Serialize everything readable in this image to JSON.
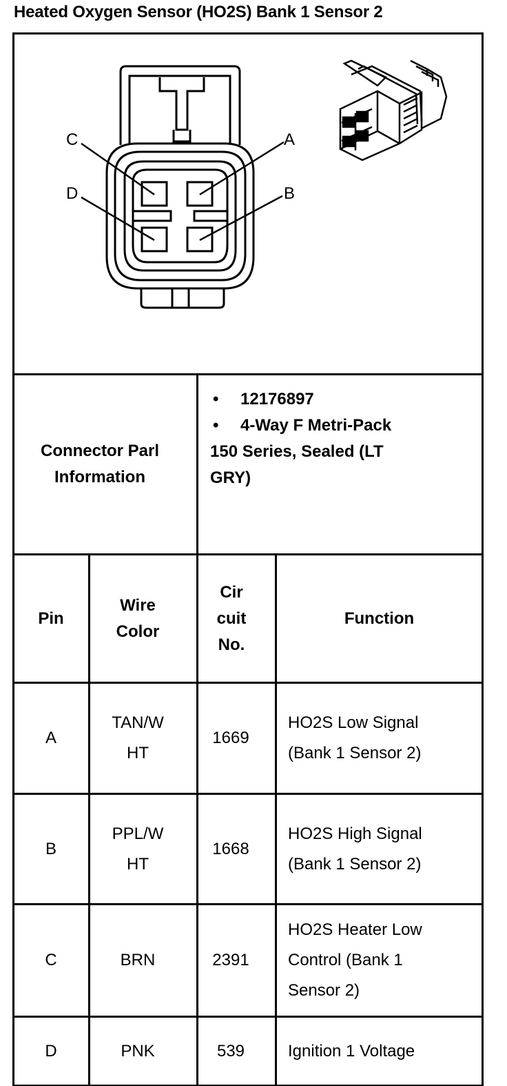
{
  "title": "Heated Oxygen Sensor (HO2S) Bank 1 Sensor 2",
  "diagram": {
    "pin_labels": [
      "C",
      "A",
      "D",
      "B"
    ]
  },
  "connector": {
    "label": "Connector Parl Information",
    "bullets": [
      "12176897",
      "4-Way F Metri-Pack"
    ],
    "continuation": "150 Series, Sealed (LT GRY)",
    "bullet_symbol": "•"
  },
  "table": {
    "headers": {
      "pin": "Pin",
      "wire_color": "Wire Color",
      "circuit": "Cir cuit No.",
      "function": "Function"
    },
    "rows": [
      {
        "pin": "A",
        "wire_color": "TAN/W HT",
        "circuit": "1669",
        "function": "HO2S Low Signal (Bank 1 Sensor 2)"
      },
      {
        "pin": "B",
        "wire_color": "PPL/W HT",
        "circuit": "1668",
        "function": "HO2S High Signal (Bank 1 Sensor 2)"
      },
      {
        "pin": "C",
        "wire_color": "BRN",
        "circuit": "2391",
        "function": "HO2S Heater Low Control (Bank 1 Sensor 2)"
      },
      {
        "pin": "D",
        "wire_color": "PNK",
        "circuit": "539",
        "function": "Ignition 1 Voltage"
      }
    ]
  }
}
